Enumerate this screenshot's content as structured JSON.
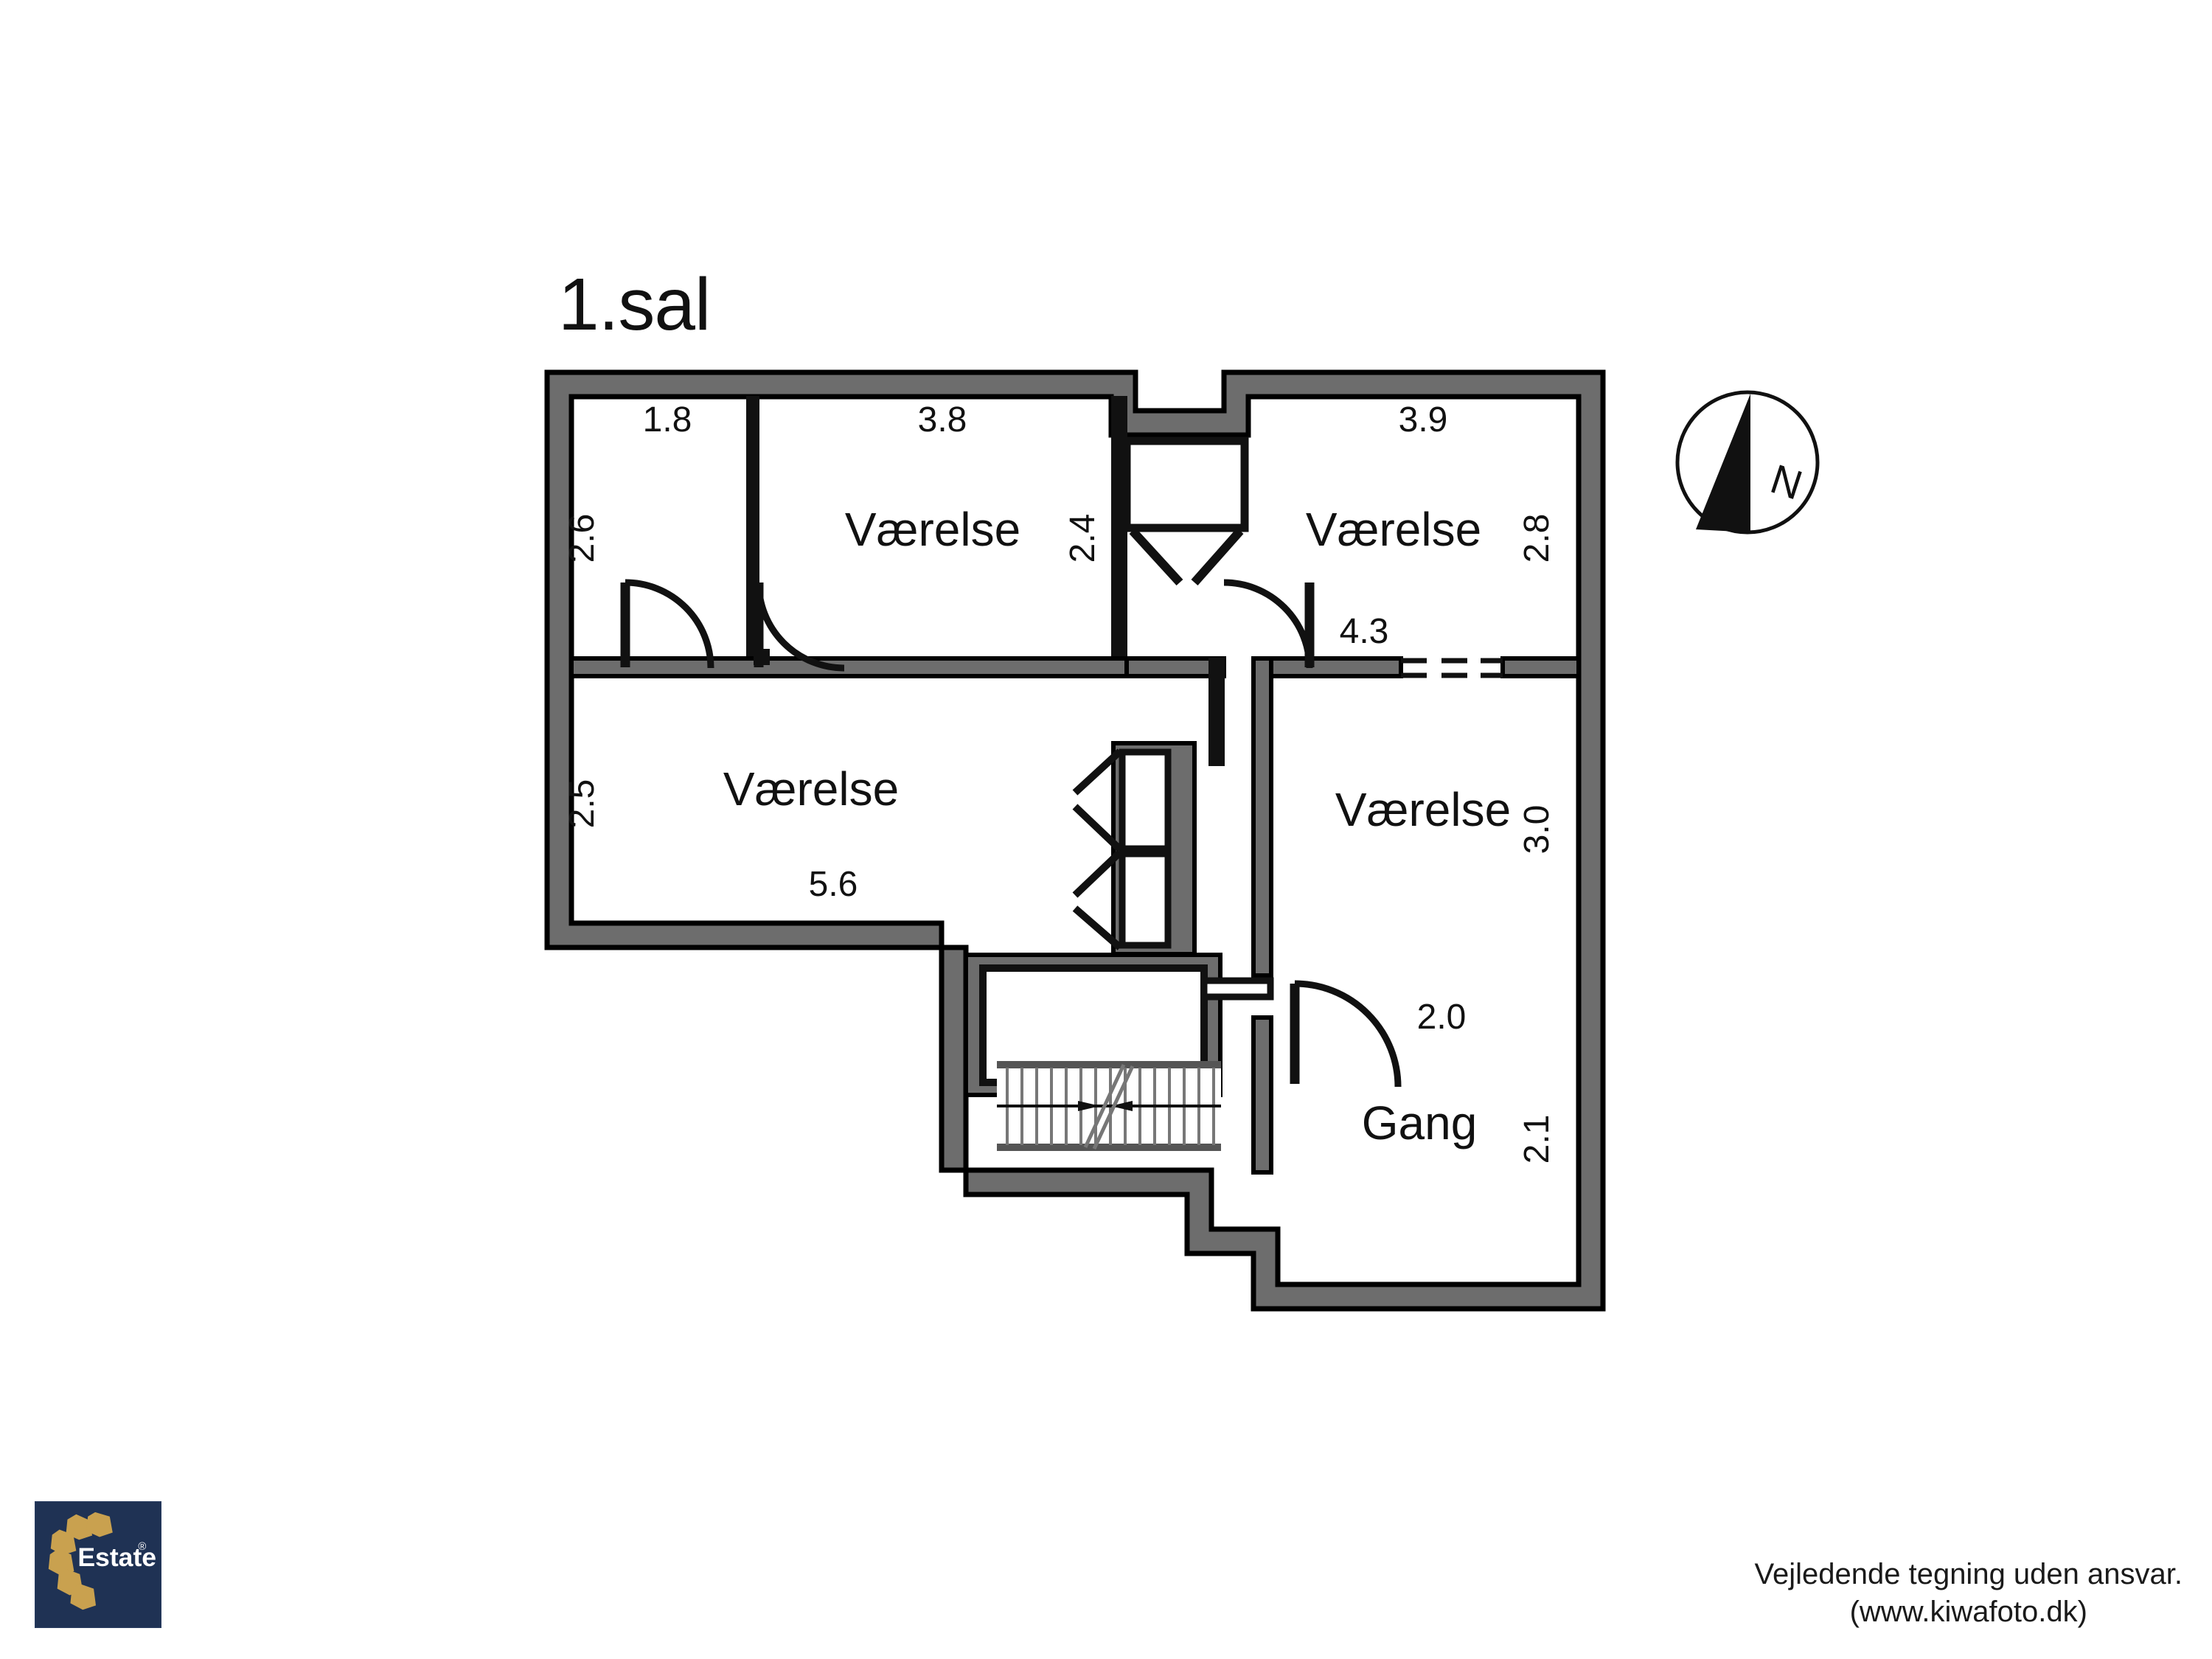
{
  "title": "1.sal",
  "rooms": [
    {
      "name": "Værelse",
      "id": "vaerelse-top-left"
    },
    {
      "name": "Værelse",
      "id": "vaerelse-top-right"
    },
    {
      "name": "Værelse",
      "id": "vaerelse-mid-left"
    },
    {
      "name": "Værelse",
      "id": "vaerelse-mid-right"
    },
    {
      "name": "Gang",
      "id": "gang"
    }
  ],
  "labels": {
    "vaerelse": "Værelse",
    "gang": "Gang"
  },
  "dimensions": {
    "d_1_8": "1.8",
    "d_2_6": "2.6",
    "d_3_8": "3.8",
    "d_2_4": "2.4",
    "d_3_9": "3.9",
    "d_2_8": "2.8",
    "d_4_3": "4.3",
    "d_2_5": "2.5",
    "d_5_6": "5.6",
    "d_3_0": "3.0",
    "d_2_0": "2.0",
    "d_2_1": "2.1"
  },
  "compass": {
    "label": "N",
    "name": "north-arrow"
  },
  "logo": {
    "brand": "Estate",
    "registered": "®",
    "background": "#1f3254",
    "house_color": "#c9a14f",
    "text_color": "#ffffff"
  },
  "footer": {
    "line1": "Vejledende tegning uden ansvar.",
    "line2": "(www.kiwafoto.dk)"
  },
  "colors": {
    "wall_fill": "#6d6d6d",
    "wall_stroke": "#000000",
    "text": "#111111",
    "background": "#ffffff"
  }
}
